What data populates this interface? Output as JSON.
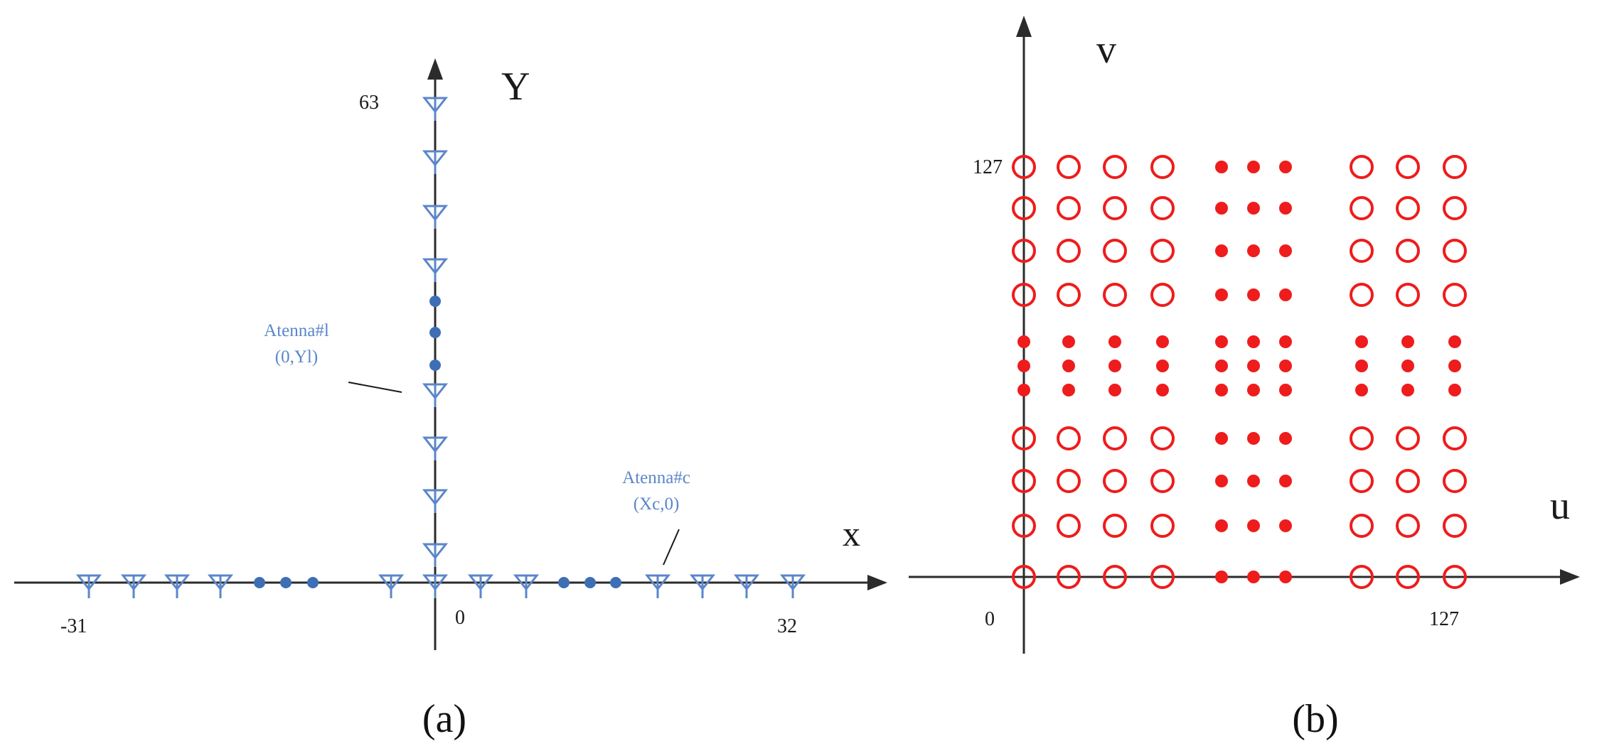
{
  "panel_a": {
    "label": "(a)",
    "y_axis_label": "Y",
    "x_axis_label": "x",
    "ticks": {
      "x_min": "-31",
      "origin": "0",
      "x_max": "32",
      "y_max": "63"
    },
    "antenna_l": {
      "line1": "Atenna#l",
      "line2": "(0,Yl)"
    },
    "antenna_c": {
      "line1": "Atenna#c",
      "line2": "(Xc,0)"
    },
    "colors": {
      "antenna": "#5b86c9",
      "dots": "#3e6fb5",
      "axis": "#2b2b2b"
    }
  },
  "panel_b": {
    "label": "(b)",
    "v_axis_label": "v",
    "u_axis_label": "u",
    "ticks": {
      "origin": "0",
      "u_max": "127",
      "v_max": "127"
    },
    "colors": {
      "samples": "#ee1c1c"
    }
  }
}
